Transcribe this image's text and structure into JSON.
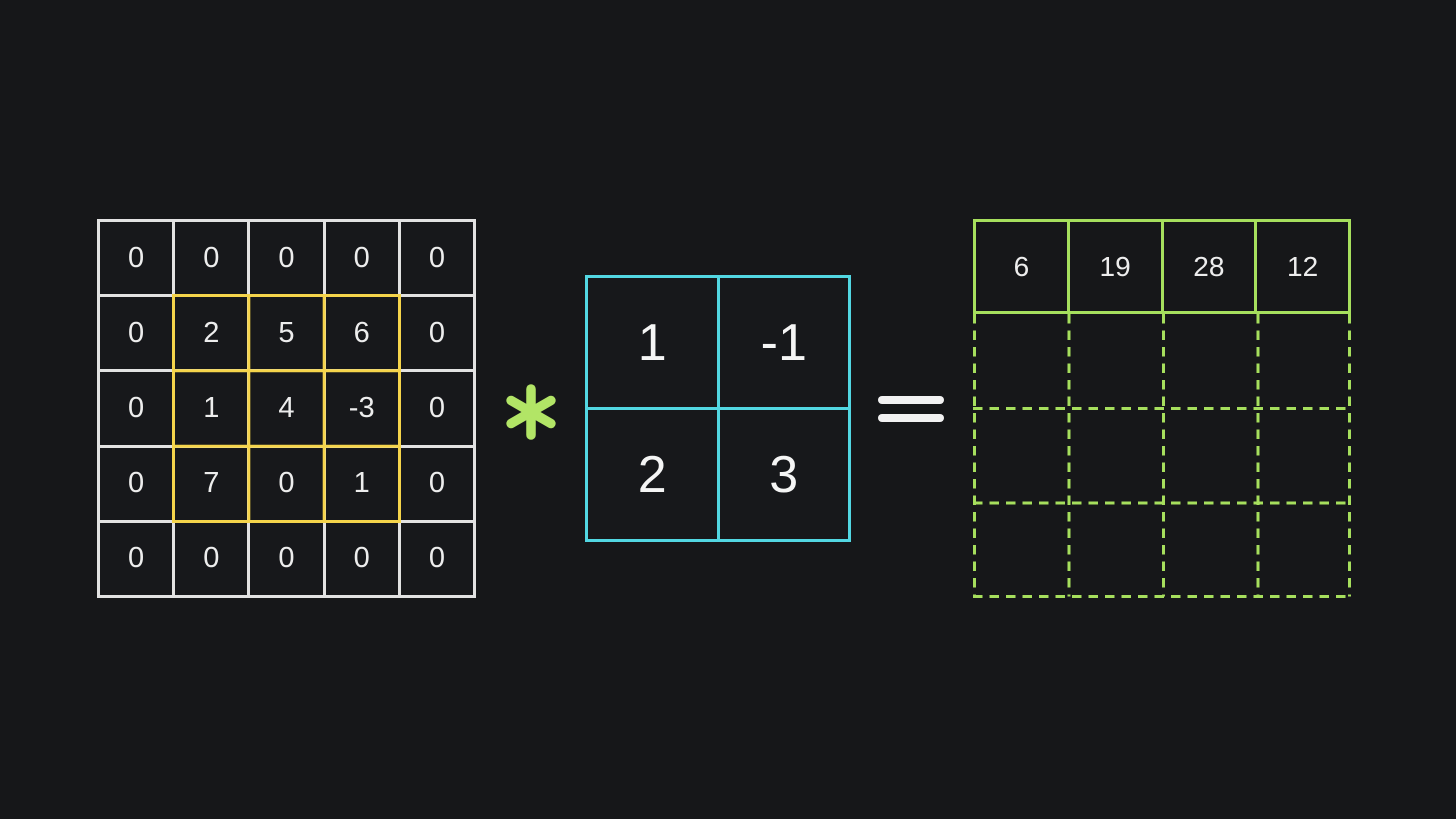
{
  "colors": {
    "background": "#161719",
    "matrix_grid_white": "#e2e2e2",
    "highlight_yellow": "#f5d44b",
    "kernel_cyan": "#52d7e2",
    "output_lime": "#a6df5d",
    "digit_text": "#ededed"
  },
  "operators": {
    "convolution": "*",
    "equals": "="
  },
  "input_matrix": {
    "rows": [
      [
        "0",
        "0",
        "0",
        "0",
        "0"
      ],
      [
        "0",
        "2",
        "5",
        "6",
        "0"
      ],
      [
        "0",
        "1",
        "4",
        "-3",
        "0"
      ],
      [
        "0",
        "7",
        "0",
        "1",
        "0"
      ],
      [
        "0",
        "0",
        "0",
        "0",
        "0"
      ]
    ],
    "highlight_window": {
      "row_start": 2,
      "col_start": 2,
      "rows": 3,
      "cols": 3
    }
  },
  "kernel": {
    "rows": [
      [
        "1",
        "-1"
      ],
      [
        "2",
        "3"
      ]
    ]
  },
  "output_matrix": {
    "computed_row": [
      "6",
      "19",
      "28",
      "12"
    ],
    "pending_rows": 3,
    "columns": 4
  }
}
